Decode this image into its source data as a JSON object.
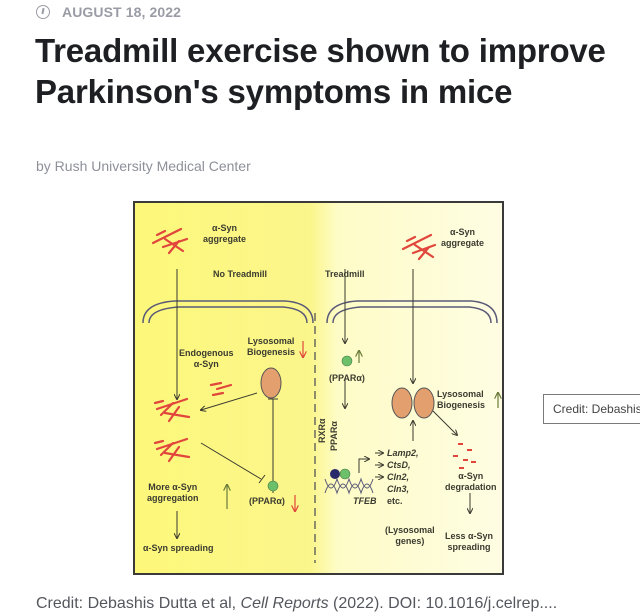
{
  "article": {
    "date": "AUGUST 18, 2022",
    "date_icon": "clock-icon",
    "title": "Treadmill exercise shown to improve Parkinson's symptoms in mice",
    "byline": "by Rush University Medical Center"
  },
  "figure": {
    "left": {
      "aggregate": "α-Syn\naggregate",
      "condition": "No Treadmill",
      "endogenous": "Endogenous\nα-Syn",
      "lysosomal": "Lysosomal\nBiogenesis",
      "ppara": "(PPARα)",
      "more_aggregation": "More α-Syn\naggregation",
      "spreading": "α-Syn spreading"
    },
    "right": {
      "aggregate": "α-Syn\naggregate",
      "condition": "Treadmill",
      "ppara": "(PPARα)",
      "rxra": "RXRα",
      "ppara_vertical": "PPARα",
      "lysosomal": "Lysosomal\nBiogenesis",
      "genes": [
        "Lamp2,",
        "CtsD,",
        "Cln2,",
        "Cln3,"
      ],
      "etc": "etc.",
      "tfeb": "TFEB",
      "lysosomal_genes": "(Lysosomal\ngenes)",
      "degradation": "α-Syn\ndegradation",
      "less_spreading": "Less α-Syn\nspreading"
    },
    "colors": {
      "down_arrow": "#e0463c",
      "up_arrow": "#6a7a3a",
      "aggregate": "#e0463c",
      "lysosome": "#e3a06e",
      "ppara_dot": "#6cc06a",
      "rxra_dot": "#2a2a6a"
    }
  },
  "tooltip": {
    "text": "Credit: Debashis"
  },
  "caption": {
    "prefix": "Credit: Debashis Dutta et al, ",
    "journal": "Cell Reports",
    "suffix": " (2022). DOI: 10.1016/j.celrep...."
  }
}
